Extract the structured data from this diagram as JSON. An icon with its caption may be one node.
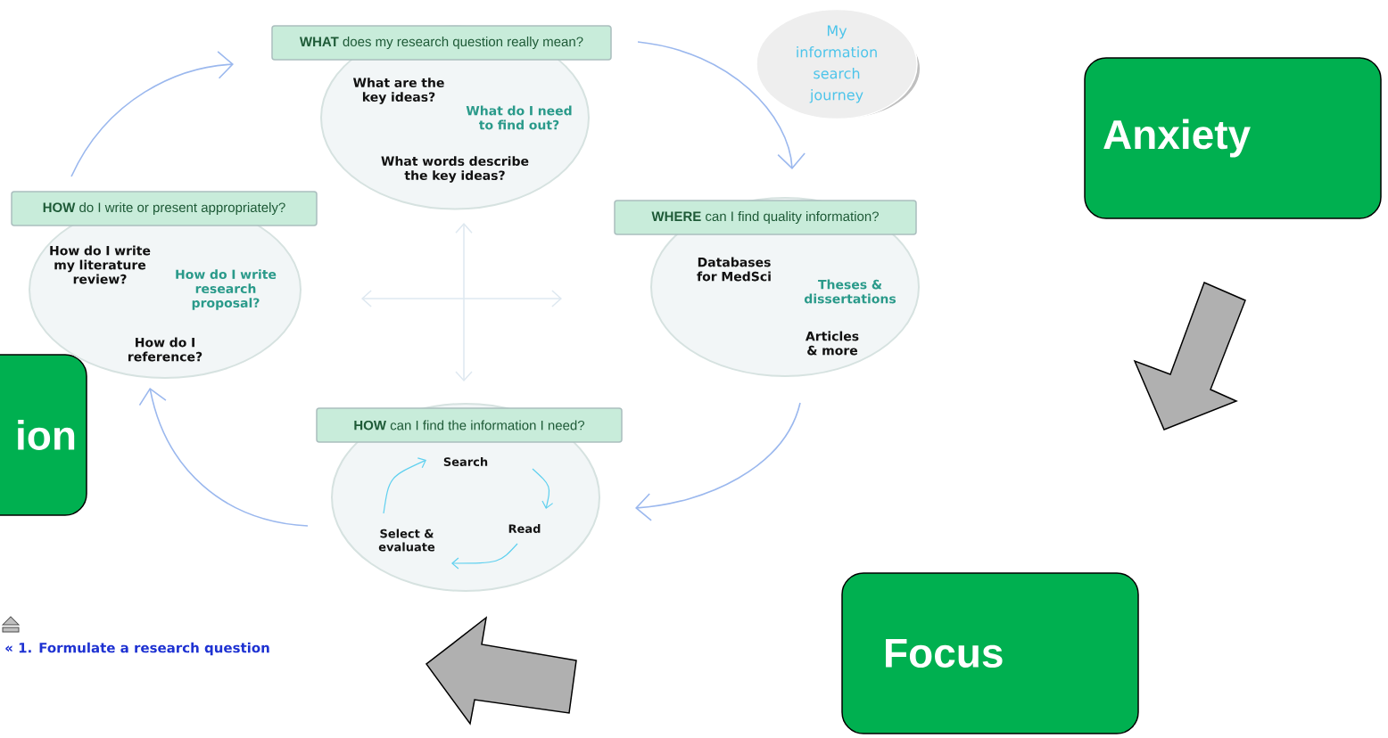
{
  "diagram": {
    "nodes": [
      {
        "text": [
          "Anxiety"
        ]
      },
      {
        "text": [
          "Focus"
        ]
      },
      {
        "text": [
          "ion"
        ]
      },
      {
        "text": [
          "**WHAT** does my research question really mean?",
          "What are the key ideas?",
          "What do I need to find out?",
          "What words describe the key ideas?"
        ]
      },
      {
        "text": [
          "My information search journey"
        ]
      },
      {
        "text": [
          "**WHERE** can I find quality information?",
          "Databases for MedSci",
          "Theses & dissertations",
          "Articles & more"
        ]
      },
      {
        "text": [
          "**HOW** can I find the information I need?"
        ]
      },
      {
        "text": [
          "Search"
        ],
        "in": 6
      },
      {
        "text": [
          "Read"
        ],
        "in": 6
      },
      {
        "text": [
          "Select & evaluate"
        ],
        "in": 6
      },
      {
        "text": [
          "**HOW** do I write or present appropriately?",
          "How do I write my literature review?",
          "How do I write research proposal?",
          "How do I reference?"
        ]
      }
    ],
    "edges": [
      {
        "from": 3,
        "to": 5,
        "arrow": "to"
      },
      {
        "from": 5,
        "to": 6,
        "arrow": "to"
      },
      {
        "from": 6,
        "to": 10,
        "arrow": "to"
      },
      {
        "from": 10,
        "to": 3,
        "arrow": "to"
      },
      {
        "from": 7,
        "to": 8,
        "arrow": "to",
        "color": "#5fd0ef"
      },
      {
        "from": 8,
        "to": 9,
        "arrow": "to",
        "color": "#5fd0ef"
      },
      {
        "from": 9,
        "to": 7,
        "arrow": "to",
        "color": "#5fd0ef"
      }
    ],
    "labels": [
      "« 1. Formulate a research question"
    ]
  }
}
